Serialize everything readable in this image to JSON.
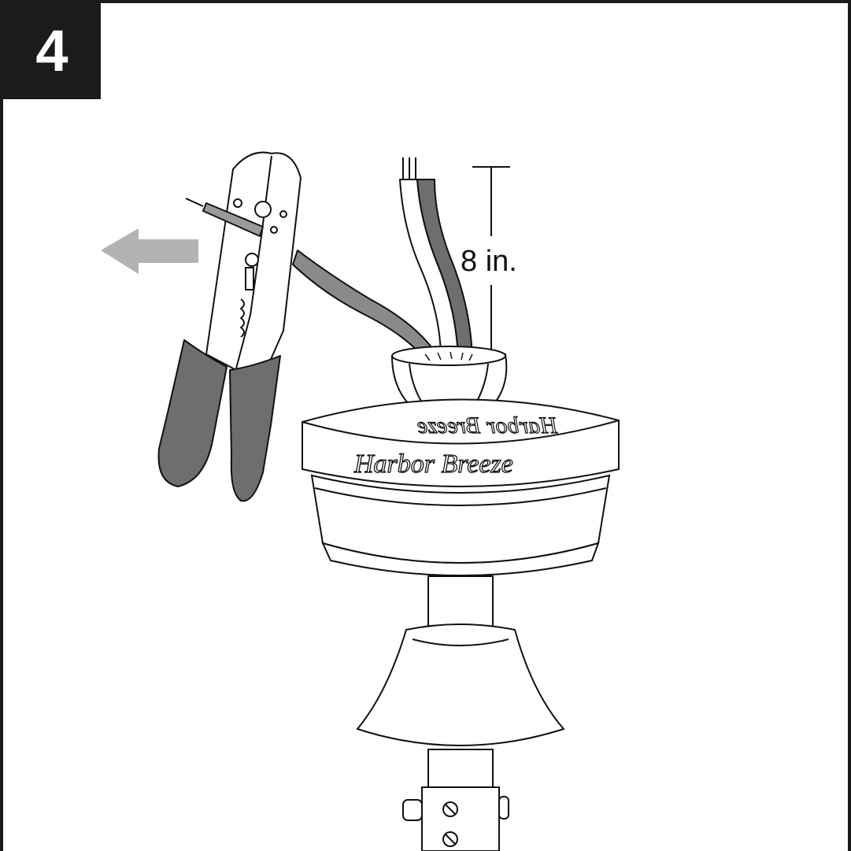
{
  "step": {
    "number": "4"
  },
  "measurement": {
    "label": "8 in."
  },
  "brand": {
    "front": "Harbor Breeze",
    "back": "Harbor Breeze"
  },
  "colors": {
    "frame": "#1b1b1b",
    "arrow": "#b3b3b3",
    "wire_black": "#7a7a7a",
    "grip": "#6e6e6e",
    "line": "#111111"
  },
  "icons": {
    "direction": "left-arrow-icon",
    "tool": "wire-stripper-icon"
  }
}
